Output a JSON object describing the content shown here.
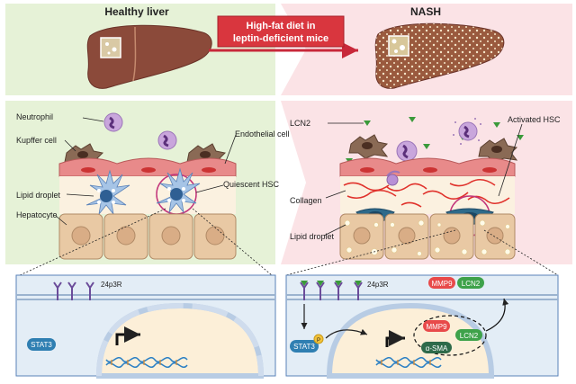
{
  "header": {
    "healthy_title": "Healthy liver",
    "nash_title": "NASH",
    "condition_line1": "High-fat diet in",
    "condition_line2": "leptin-deficient mice"
  },
  "healthy_labels": {
    "neutrophil": "Neutrophil",
    "kupffer": "Kupffer cell",
    "endothelial": "Endothelial cell",
    "lipid_droplet": "Lipid droplet",
    "quiescent_hsc": "Quiescent HSC",
    "hepatocyte": "Hepatocyte"
  },
  "nash_labels": {
    "lcn2": "LCN2",
    "activated_hsc": "Activated HSC",
    "collagen": "Collagen",
    "lipid_droplet": "Lipid droplet"
  },
  "healthy_signaling": {
    "receptor": "24p3R",
    "stat3": "STAT3"
  },
  "nash_signaling": {
    "receptor": "24p3R",
    "stat3": "STAT3",
    "phospho": "P",
    "mmp9_top": "MMP9",
    "lcn2_top": "LCN2",
    "mmp9": "MMP9",
    "lcn2": "LCN2",
    "asma": "α-SMA"
  },
  "colors": {
    "healthy_bg": "#e6f2d7",
    "nash_bg": "#fbe3e6",
    "liver_brown": "#8b4a3a",
    "hsc_blue": "#8fb3d9",
    "mmp9_red": "#e84a4a",
    "lcn2_green": "#3ea24a",
    "stat3_blue": "#2f7fb2",
    "collagen_red": "#e0322c",
    "condition_red": "#d9363e"
  }
}
